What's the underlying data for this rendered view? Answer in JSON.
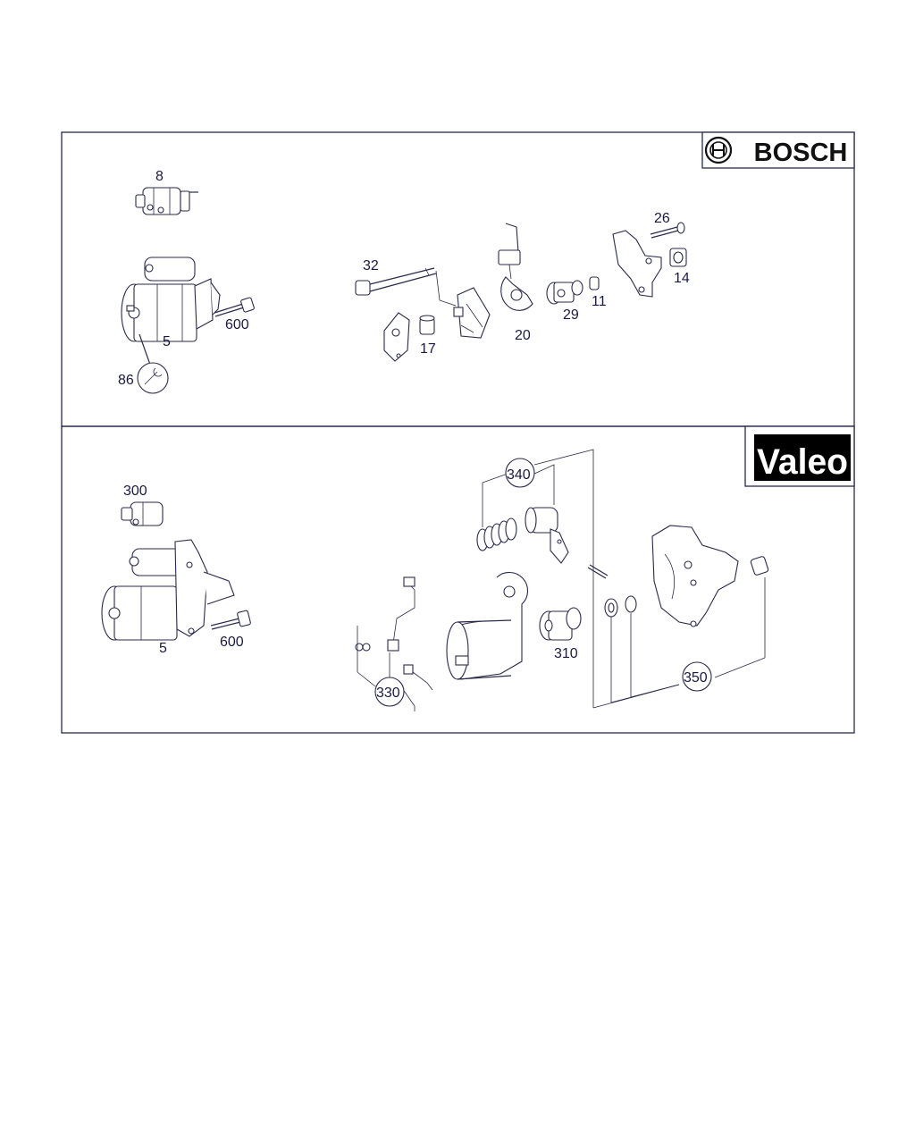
{
  "brands": {
    "top": "BOSCH",
    "bottom": "Valeo"
  },
  "bosch_panel": {
    "callouts": {
      "c8": "8",
      "c5": "5",
      "c600": "600",
      "c86": "86",
      "c32": "32",
      "c17": "17",
      "c20": "20",
      "c29": "29",
      "c11": "11",
      "c26": "26",
      "c14": "14"
    }
  },
  "valeo_panel": {
    "callouts": {
      "c300": "300",
      "c5": "5",
      "c600": "600",
      "c340": "340",
      "c310": "310",
      "c330": "330",
      "c350": "350"
    }
  },
  "icons": [
    "bosch-armature-logo",
    "wrench-service-icon"
  ],
  "colors": {
    "line": "#2a2a4a",
    "text": "#1a1a40",
    "logo_bg": "#000000",
    "logo_fg": "#ffffff"
  }
}
